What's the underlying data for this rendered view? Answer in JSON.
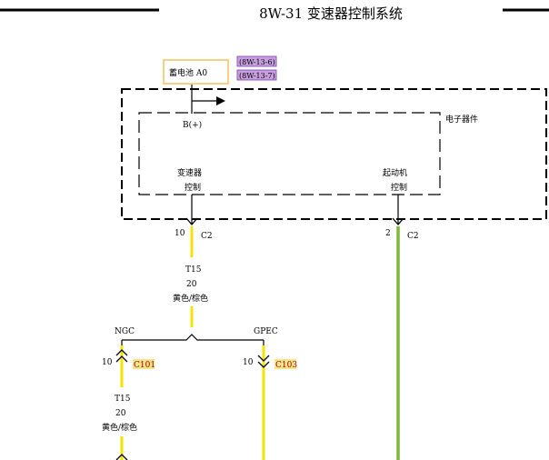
{
  "title": "8W-31 变速器控制系统",
  "battery": {
    "label": "蓄电池 A0"
  },
  "refs": [
    "(8W-13-6)",
    "(8W-13-7)"
  ],
  "component": {
    "name": "电子器件",
    "pin_b": "B(+)",
    "section_trans": [
      "变速器",
      "控制"
    ],
    "section_start": [
      "起动机",
      "控制"
    ]
  },
  "connector_c2": {
    "pin_left": "10",
    "pin_right": "2",
    "label": "C2"
  },
  "wire_main": {
    "circuit": "T15",
    "gauge": "20",
    "color": "黄色/棕色"
  },
  "branch": {
    "left": "NGC",
    "right": "GPEC"
  },
  "connector_c101": {
    "pin": "10",
    "label": "C101"
  },
  "connector_c103": {
    "pin": "10",
    "label": "C103"
  },
  "wire_lower": {
    "circuit": "T15",
    "gauge": "20",
    "color": "黄色/棕色"
  },
  "colors": {
    "yellow": "#f5e400",
    "green": "#1f8f1f",
    "ref_bg": "#c8a0e0",
    "conn_bg": "#f0e58a",
    "battery_border": "#f2c25a"
  }
}
